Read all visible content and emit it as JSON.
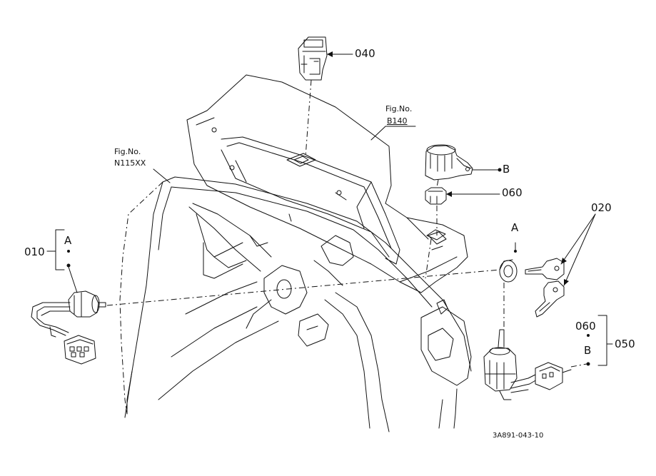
{
  "callouts": {
    "p040": "040",
    "p060_top": "060",
    "p020": "020",
    "p010": "010",
    "p050": "050",
    "p060_group": "060",
    "ref_a_left": "A",
    "ref_a_right": "A",
    "ref_b_top": "B",
    "ref_b_group": "B"
  },
  "figure_refs": {
    "left": {
      "label": "Fig.No.",
      "number": "N115XX"
    },
    "right": {
      "label": "Fig.No.",
      "number": "B140"
    }
  },
  "drawing_code": "3A891-043-10"
}
